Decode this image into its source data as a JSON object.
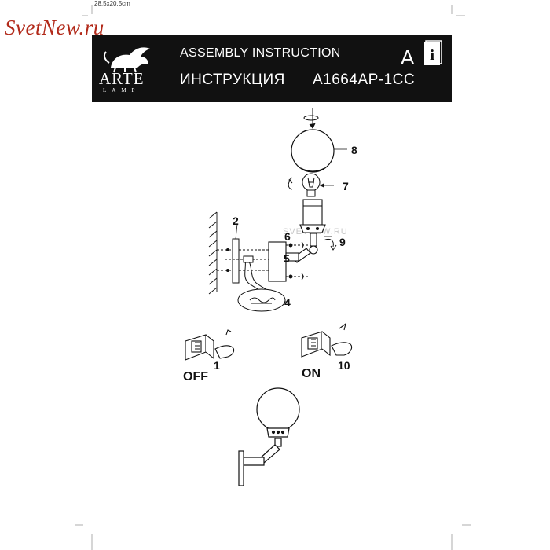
{
  "page": {
    "size_label": "28.5x20.5cm"
  },
  "brand": {
    "name": "SvetNew.ru",
    "color": "#b22a1a"
  },
  "header": {
    "logo_word": "ARTE",
    "logo_sub": "LAMP",
    "title_en": "ASSEMBLY INSTRUCTION",
    "title_ru": "ИНСТРУКЦИЯ",
    "model": "A1664AP-1CC",
    "language_badge": "A",
    "info_icon": "info-book-icon"
  },
  "diagram": {
    "watermark": "SVETNEW.RU",
    "parts": {
      "p1": "1",
      "p2": "2",
      "p4": "4",
      "p5": "5",
      "p6": "6",
      "p7": "7",
      "p8": "8",
      "p9": "9",
      "p10": "10"
    },
    "switch_off": "OFF",
    "switch_on": "ON"
  }
}
